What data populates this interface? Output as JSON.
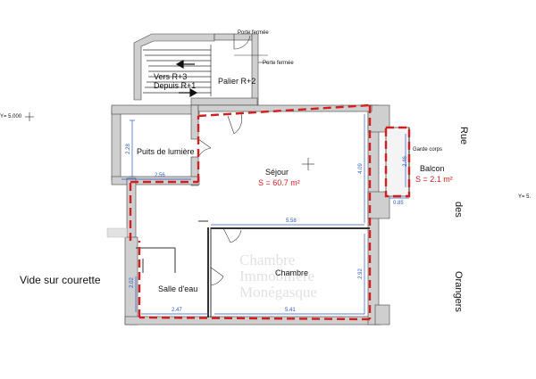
{
  "labels": {
    "porte_fermee_top": "Porte fermée",
    "porte_fermee_right": "Porte fermée",
    "vers": "Vers R+3",
    "depuis": "Depuis R+1",
    "palier": "Palier R+2",
    "y_left": "Y= 5.000",
    "y_right": "Y= 5.",
    "puits": "Puits de lumière",
    "sejour": "Séjour",
    "sejour_surface": "S = 60.7 m²",
    "garde_corps": "Garde corps",
    "balcon": "Balcon",
    "balcon_surface": "S = 2.1 m²",
    "chambre": "Chambre",
    "salle_eau": "Salle d'eau",
    "vide": "Vide sur courette"
  },
  "street": {
    "word1": "Rue",
    "word2": "des",
    "word3": "Orangers"
  },
  "dimensions": {
    "d_228": "2.28",
    "d_256": "2.56",
    "d_409": "4.09",
    "d_558": "5.58",
    "d_085": "0.85",
    "d_202": "2.02",
    "d_247": "2.47",
    "d_541": "5.41",
    "d_292": "2.92",
    "d_balcon": "2.46"
  },
  "watermark": {
    "line1": "Chambre",
    "line2": "Immobilière",
    "line3": "Monégasque"
  },
  "colors": {
    "wall": "#cfcfcf",
    "boundary": "#d21f1f",
    "dimension": "#2f59c9",
    "line": "#222222"
  }
}
